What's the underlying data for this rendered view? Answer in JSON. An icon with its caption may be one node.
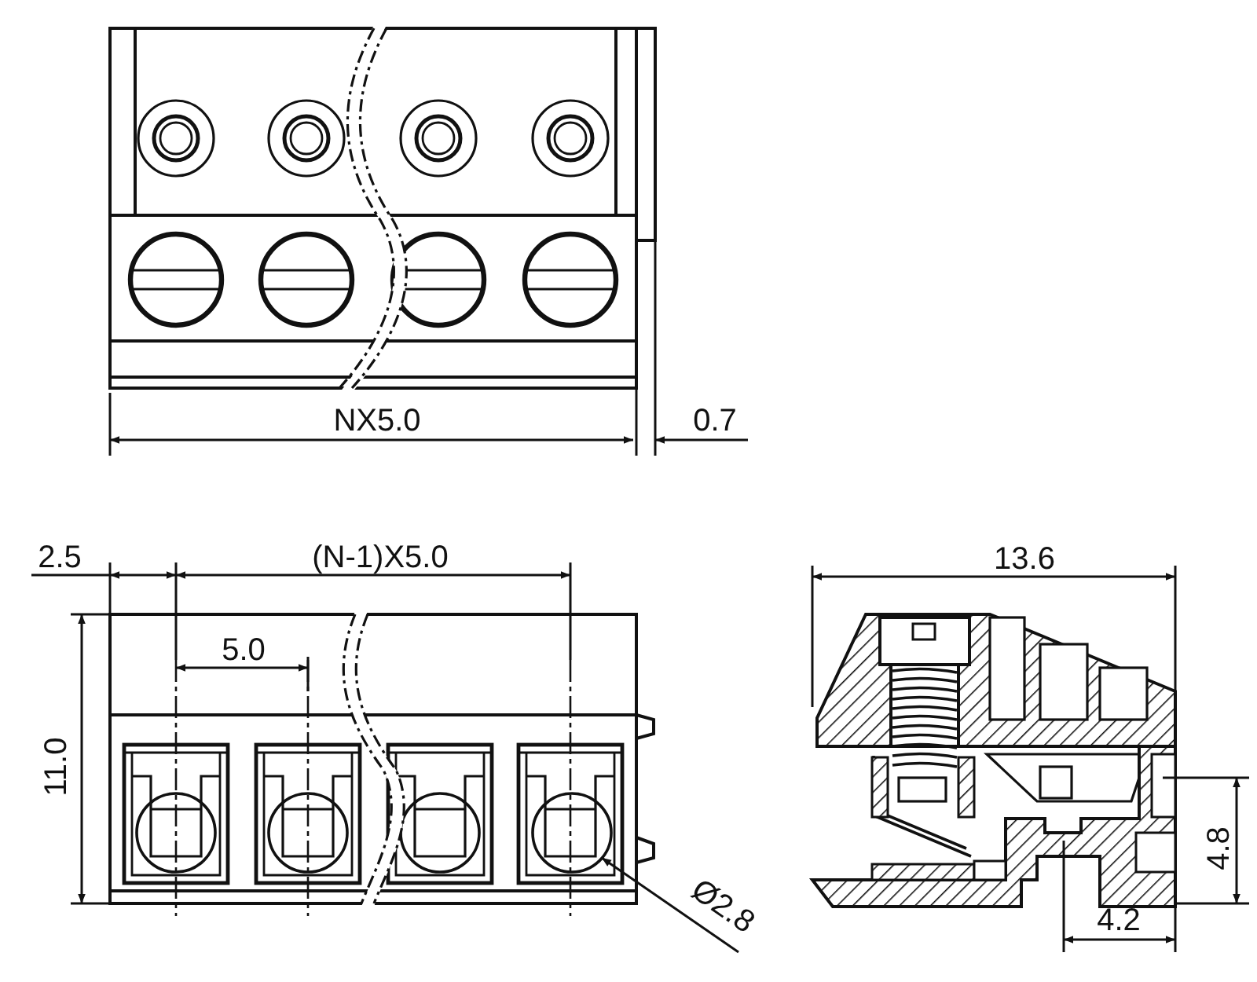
{
  "diagram": {
    "labels": [
      "NX5.0",
      "0.7",
      "2.5",
      "(N-1)X5.0",
      "13.6",
      "5.0",
      "11.0",
      "4.8",
      "Ø2.8",
      "4.2"
    ]
  }
}
